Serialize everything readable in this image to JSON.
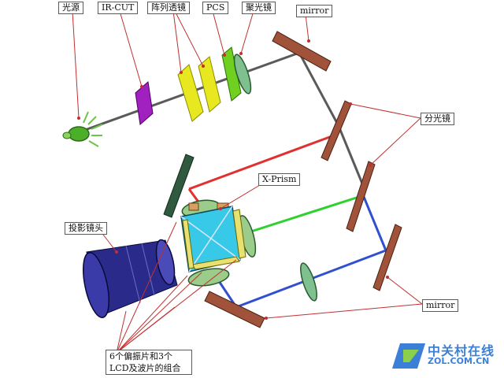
{
  "labels": {
    "light_source": "光源",
    "ir_cut": "IR-CUT",
    "lens_array": "阵列透镜",
    "pcs": "PCS",
    "condenser": "聚光镜",
    "mirror_top": "mirror",
    "dichroic": "分光镜",
    "x_prism": "X-Prism",
    "projection_lens": "投影镜头",
    "mirror_bottom": "mirror",
    "polarizer_lcd": "6个偏振片和3个LCD及波片的组合"
  },
  "watermark": {
    "brand": "中关村在线",
    "url": "ZOL.COM.CN"
  },
  "colors": {
    "light_path": "#606060",
    "red_path": "#e03030",
    "green_path": "#30d030",
    "blue_path": "#3050d0",
    "mirror_face": "#a0523a",
    "callout": "#c03030",
    "ir_filter": "#a020c0",
    "lens_array": "#e8e820",
    "pcs": "#70d020",
    "prism": "#30c0e0",
    "lens_body": "#2a2a8a"
  }
}
